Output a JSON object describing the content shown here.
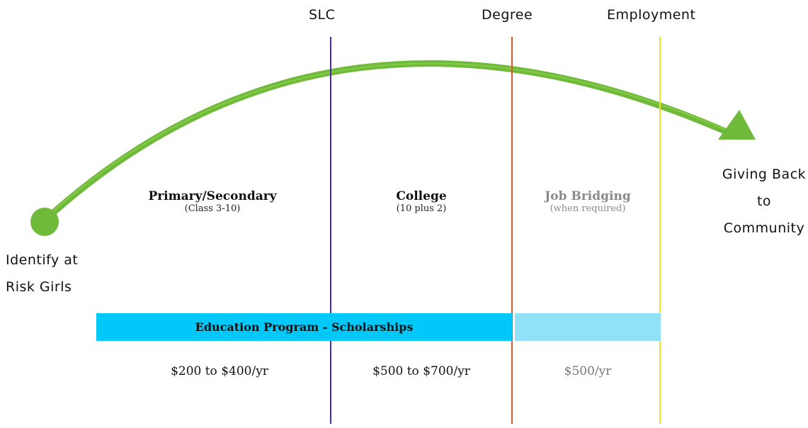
{
  "milestones": {
    "slc": "SLC",
    "degree": "Degree",
    "employment": "Employment"
  },
  "start": {
    "line1": "Identify at",
    "line2": "Risk Girls"
  },
  "end": {
    "line1": "Giving Back",
    "line2": "to",
    "line3": "Community"
  },
  "stages": [
    {
      "title": "Primary/Secondary",
      "subtitle": "(Class 3-10)"
    },
    {
      "title": "College",
      "subtitle": "(10 plus 2)"
    },
    {
      "title": "Job Bridging",
      "subtitle": "(when required)"
    }
  ],
  "programs": {
    "education": "Education Program - Scholarships",
    "job_bridging": ""
  },
  "costs": [
    "$200 to $400/yr",
    "$500 to $700/yr",
    "$500/yr"
  ],
  "colors": {
    "arc": "#6fba3a",
    "slc_line": "#4b2aa0",
    "degree_line": "#e2552a",
    "employment_line": "#eee22a",
    "education_bar": "#00c8f8",
    "job_bar": "#91e2f8"
  }
}
